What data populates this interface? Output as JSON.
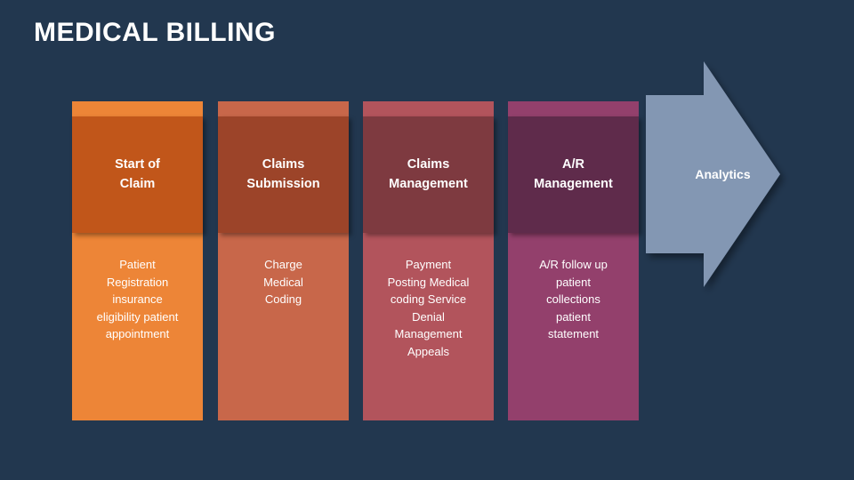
{
  "slide": {
    "title": "MEDICAL BILLING",
    "background_color": "#22374f"
  },
  "process": {
    "columns": [
      {
        "header": "Start of\nClaim",
        "body": "Patient\nRegistration\ninsurance\neligibility patient\nappointment",
        "strip_color": "#ed8537",
        "header_color": "#c1561a",
        "body_color": "#ed8537"
      },
      {
        "header": "Claims\nSubmission",
        "body": "Charge\nMedical\nCoding",
        "strip_color": "#c8674a",
        "header_color": "#9c4429",
        "body_color": "#c8674a"
      },
      {
        "header": "Claims\nManagement",
        "body": "Payment\nPosting Medical\ncoding Service\nDenial\nManagement\nAppeals",
        "strip_color": "#b2545c",
        "header_color": "#7e3a40",
        "body_color": "#b2545c"
      },
      {
        "header": "A/R\nManagement",
        "body": "A/R follow up\npatient\ncollections\npatient\nstatement",
        "strip_color": "#93406c",
        "header_color": "#5f2b4b",
        "body_color": "#93406c"
      }
    ]
  },
  "arrow": {
    "label": "Analytics",
    "fill_color": "#8397b3",
    "icon": "right-arrow-icon"
  }
}
